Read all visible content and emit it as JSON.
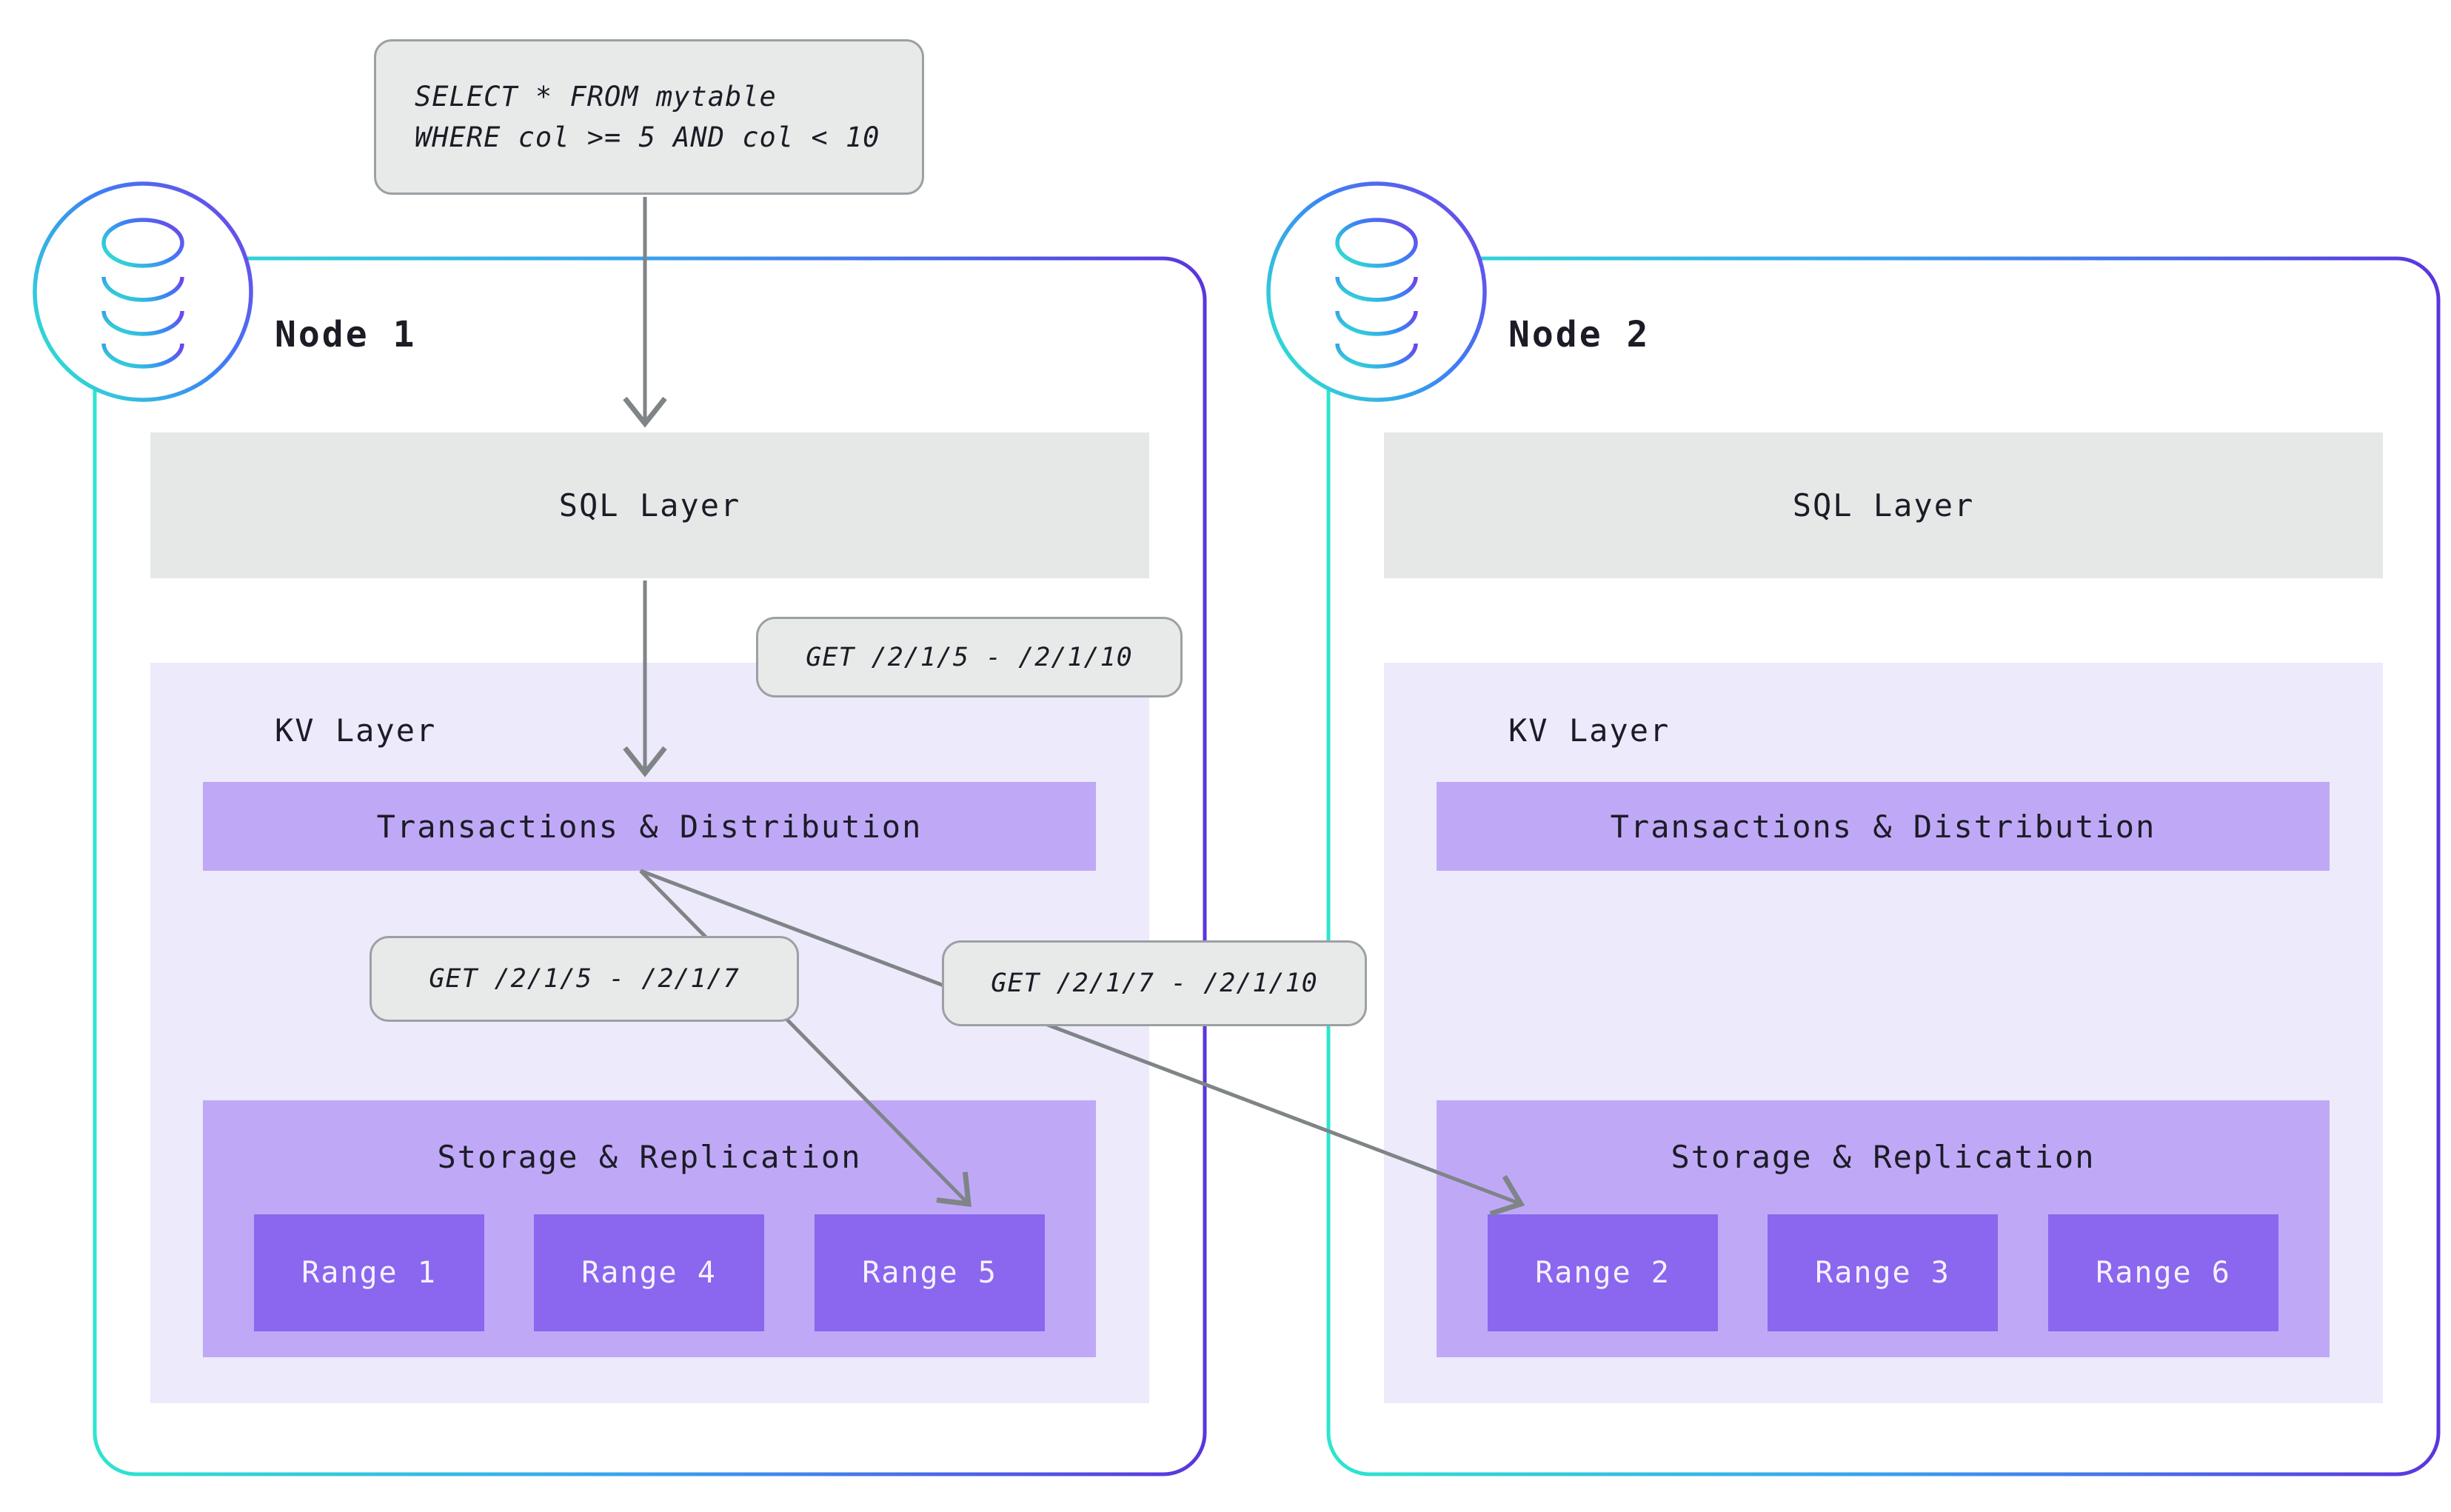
{
  "query_box": {
    "line1": "SELECT * FROM mytable",
    "line2": "WHERE col >= 5 AND col < 10"
  },
  "request_labels": {
    "combined": "GET /2/1/5 - /2/1/10",
    "split_left": "GET /2/1/5 - /2/1/7",
    "split_right": "GET /2/1/7 - /2/1/10"
  },
  "nodes": [
    {
      "title": "Node 1",
      "icon": "database-icon",
      "sql_layer_label": "SQL Layer",
      "kv_layer_label": "KV Layer",
      "transactions_label": "Transactions & Distribution",
      "storage_label": "Storage & Replication",
      "ranges": [
        "Range 1",
        "Range 4",
        "Range 5"
      ]
    },
    {
      "title": "Node 2",
      "icon": "database-icon",
      "sql_layer_label": "SQL Layer",
      "kv_layer_label": "KV Layer",
      "transactions_label": "Transactions & Distribution",
      "storage_label": "Storage & Replication",
      "ranges": [
        "Range 2",
        "Range 3",
        "Range 6"
      ]
    }
  ],
  "colors": {
    "node_border_teal": "#2ee5cf",
    "node_border_blue": "#38a1f0",
    "node_border_purple": "#5b35dd",
    "arrow_gray": "#7f8487",
    "label_bg": "#e8eaea",
    "label_border": "#9ba0a4",
    "sql_layer_bg": "#e6e8e8",
    "kv_layer_bg": "#edeafb",
    "band_purple": "#bfa9f7",
    "range_purple": "#8a67ee",
    "text_dark": "#1c1c26",
    "range_text": "#f5f1fe"
  }
}
